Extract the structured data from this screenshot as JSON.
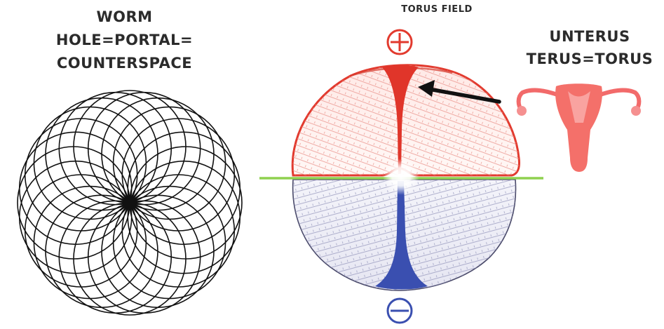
{
  "left_panel": {
    "title_lines": [
      "WORM",
      "HOLE=PORTAL=",
      "COUNTERSPACE"
    ],
    "icon": "torus-circle-pattern-icon"
  },
  "center_panel": {
    "title": "TORUS FIELD",
    "top_pole_symbol": "+",
    "bottom_pole_symbol": "−",
    "icon": "torus-field-icon",
    "colors": {
      "upper": "#e23a2e",
      "lower": "#3a4fb0",
      "equator": "#8fd14f"
    }
  },
  "right_panel": {
    "title_lines": [
      "UNTERUS",
      "TERUS=TORUS"
    ],
    "icon": "uterus-icon",
    "color": "#f26a6a"
  },
  "arrow_icon": "arrow-icon"
}
